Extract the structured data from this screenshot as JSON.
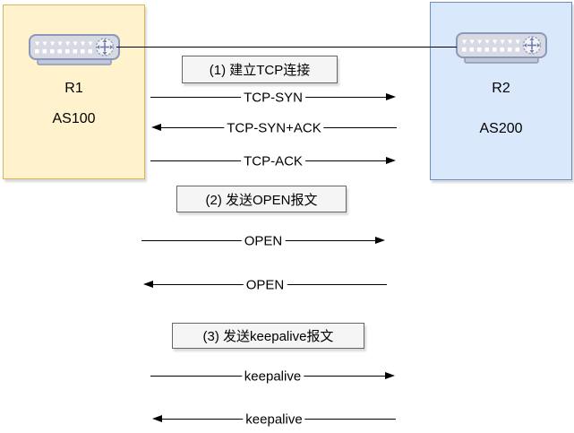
{
  "nodes": {
    "left": {
      "name": "R1",
      "as_label": "AS100"
    },
    "right": {
      "name": "R2",
      "as_label": "AS200"
    }
  },
  "steps": [
    {
      "label": "(1) 建立TCP连接"
    },
    {
      "label": "(2) 发送OPEN报文"
    },
    {
      "label": "(3) 发送keepalive报文"
    }
  ],
  "messages": [
    {
      "text": "TCP-SYN",
      "direction": "right"
    },
    {
      "text": "TCP-SYN+ACK",
      "direction": "left"
    },
    {
      "text": "TCP-ACK",
      "direction": "right"
    },
    {
      "text": "OPEN",
      "direction": "right"
    },
    {
      "text": "OPEN",
      "direction": "left"
    },
    {
      "text": "keepalive",
      "direction": "right"
    },
    {
      "text": "keepalive",
      "direction": "left"
    }
  ],
  "icons": {
    "left": "router-icon",
    "right": "router-icon"
  },
  "colors": {
    "left_node_fill": "#FFF2CC",
    "left_node_border": "#D6B656",
    "right_node_fill": "#DAE8FC",
    "right_node_border": "#6C8EBF",
    "step_fill": "#F5F5F5",
    "step_border": "#666666",
    "arrow": "#000000"
  }
}
